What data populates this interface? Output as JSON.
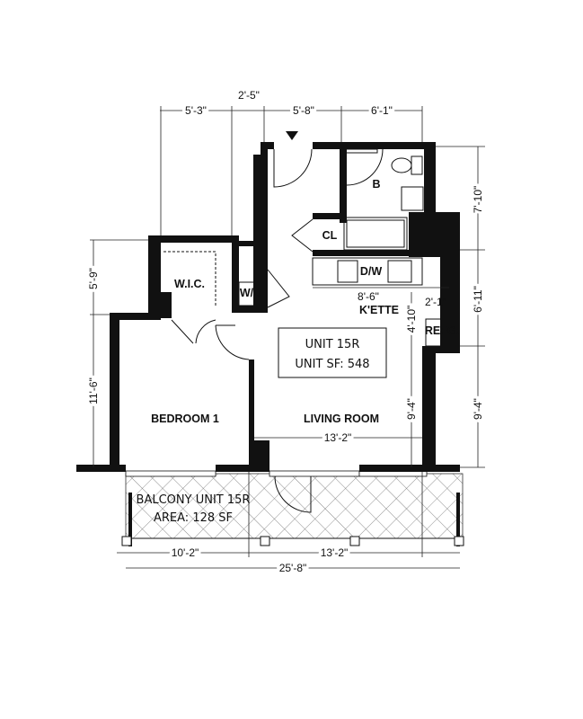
{
  "unit": {
    "name": "UNIT 15R",
    "sf_label": "UNIT SF: 548"
  },
  "balcony": {
    "name": "BALCONY UNIT 15R",
    "area_label": "AREA: 128 SF"
  },
  "rooms": {
    "bath": "B",
    "closet": "CL",
    "dishwasher": "D/W",
    "wic": "W.I.C.",
    "washer_dryer": "W/D",
    "kitchenette": "K'ETTE",
    "fridge": "REFG.",
    "bedroom": "BEDROOM 1",
    "living": "LIVING ROOM"
  },
  "dimensions": {
    "top_1": "5'-3\"",
    "top_2": "2'-5\"",
    "top_3": "5'-8\"",
    "top_4": "6'-1\"",
    "right_1": "7'-10\"",
    "right_2": "6'-11\"",
    "right_3": "9'-4\"",
    "left_1": "5'-9\"",
    "left_2": "11'-6\"",
    "kitchen_width": "8'-6\"",
    "fridge_width": "2'-1\"",
    "kitchen_depth": "4'-10\"",
    "living_depth": "9'-4\"",
    "living_width": "13'-2\"",
    "bottom_1": "10'-2\"",
    "bottom_2": "13'-2\"",
    "bottom_total": "25'-8\""
  }
}
